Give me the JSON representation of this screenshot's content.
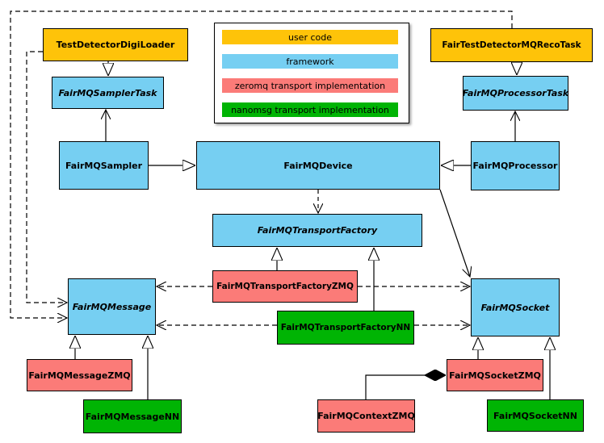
{
  "colors": {
    "user_code": "#FEC309",
    "framework": "#76CFF2",
    "zeromq": "#FB7B78",
    "nanomsg": "#00B404",
    "border": "#000000",
    "background": "#FFFFFF"
  },
  "legend": {
    "items": [
      {
        "label": "user code",
        "color_key": "user_code"
      },
      {
        "label": "framework",
        "color_key": "framework"
      },
      {
        "label": "zeromq transport implementation",
        "color_key": "zeromq"
      },
      {
        "label": "nanomsg transport implementation",
        "color_key": "nanomsg"
      }
    ]
  },
  "nodes": {
    "testDetectorDigiLoader": {
      "label": "TestDetectorDigiLoader",
      "category": "user_code",
      "abstract": false
    },
    "fairTestDetectorMQRecoTask": {
      "label": "FairTestDetectorMQRecoTask",
      "category": "user_code",
      "abstract": false
    },
    "fairMQSamplerTask": {
      "label": "FairMQSamplerTask",
      "category": "framework",
      "abstract": true
    },
    "fairMQProcessorTask": {
      "label": "FairMQProcessorTask",
      "category": "framework",
      "abstract": true
    },
    "fairMQSampler": {
      "label": "FairMQSampler",
      "category": "framework",
      "abstract": false
    },
    "fairMQDevice": {
      "label": "FairMQDevice",
      "category": "framework",
      "abstract": false
    },
    "fairMQProcessor": {
      "label": "FairMQProcessor",
      "category": "framework",
      "abstract": false
    },
    "fairMQTransportFactory": {
      "label": "FairMQTransportFactory",
      "category": "framework",
      "abstract": true
    },
    "fairMQTransportFactoryZMQ": {
      "label": "FairMQTransportFactoryZMQ",
      "category": "zeromq",
      "abstract": false
    },
    "fairMQTransportFactoryNN": {
      "label": "FairMQTransportFactoryNN",
      "category": "nanomsg",
      "abstract": false
    },
    "fairMQMessage": {
      "label": "FairMQMessage",
      "category": "framework",
      "abstract": true
    },
    "fairMQSocket": {
      "label": "FairMQSocket",
      "category": "framework",
      "abstract": true
    },
    "fairMQMessageZMQ": {
      "label": "FairMQMessageZMQ",
      "category": "zeromq",
      "abstract": false
    },
    "fairMQMessageNN": {
      "label": "FairMQMessageNN",
      "category": "nanomsg",
      "abstract": false
    },
    "fairMQContextZMQ": {
      "label": "FairMQContextZMQ",
      "category": "zeromq",
      "abstract": false
    },
    "fairMQSocketZMQ": {
      "label": "FairMQSocketZMQ",
      "category": "zeromq",
      "abstract": false
    },
    "fairMQSocketNN": {
      "label": "FairMQSocketNN",
      "category": "nanomsg",
      "abstract": false
    }
  },
  "edges": [
    {
      "from": "TestDetectorDigiLoader",
      "to": "FairMQSamplerTask",
      "type": "inheritance"
    },
    {
      "from": "FairTestDetectorMQRecoTask",
      "to": "FairMQProcessorTask",
      "type": "inheritance"
    },
    {
      "from": "FairMQSampler",
      "to": "FairMQSamplerTask",
      "type": "association-open-arrow"
    },
    {
      "from": "FairMQProcessor",
      "to": "FairMQProcessorTask",
      "type": "association-open-arrow"
    },
    {
      "from": "FairMQSampler",
      "to": "FairMQDevice",
      "type": "inheritance"
    },
    {
      "from": "FairMQProcessor",
      "to": "FairMQDevice",
      "type": "inheritance"
    },
    {
      "from": "FairMQDevice",
      "to": "FairMQTransportFactory",
      "type": "dependency-dashed"
    },
    {
      "from": "FairMQDevice",
      "to": "FairMQSocket",
      "type": "association-open-arrow"
    },
    {
      "from": "FairMQTransportFactoryZMQ",
      "to": "FairMQTransportFactory",
      "type": "inheritance"
    },
    {
      "from": "FairMQTransportFactoryNN",
      "to": "FairMQTransportFactory",
      "type": "inheritance"
    },
    {
      "from": "FairMQTransportFactoryZMQ",
      "to": "FairMQMessage",
      "type": "dependency-dashed"
    },
    {
      "from": "FairMQTransportFactoryZMQ",
      "to": "FairMQSocket",
      "type": "dependency-dashed"
    },
    {
      "from": "FairMQTransportFactoryNN",
      "to": "FairMQMessage",
      "type": "dependency-dashed"
    },
    {
      "from": "FairMQTransportFactoryNN",
      "to": "FairMQSocket",
      "type": "dependency-dashed"
    },
    {
      "from": "TestDetectorDigiLoader",
      "to": "FairMQMessage",
      "type": "dependency-dashed"
    },
    {
      "from": "FairTestDetectorMQRecoTask",
      "to": "FairMQMessage",
      "type": "dependency-dashed"
    },
    {
      "from": "FairMQMessageZMQ",
      "to": "FairMQMessage",
      "type": "inheritance"
    },
    {
      "from": "FairMQMessageNN",
      "to": "FairMQMessage",
      "type": "inheritance"
    },
    {
      "from": "FairMQSocketZMQ",
      "to": "FairMQSocket",
      "type": "inheritance"
    },
    {
      "from": "FairMQSocketNN",
      "to": "FairMQSocket",
      "type": "inheritance"
    },
    {
      "from": "FairMQSocketZMQ",
      "to": "FairMQContextZMQ",
      "type": "composition"
    }
  ]
}
